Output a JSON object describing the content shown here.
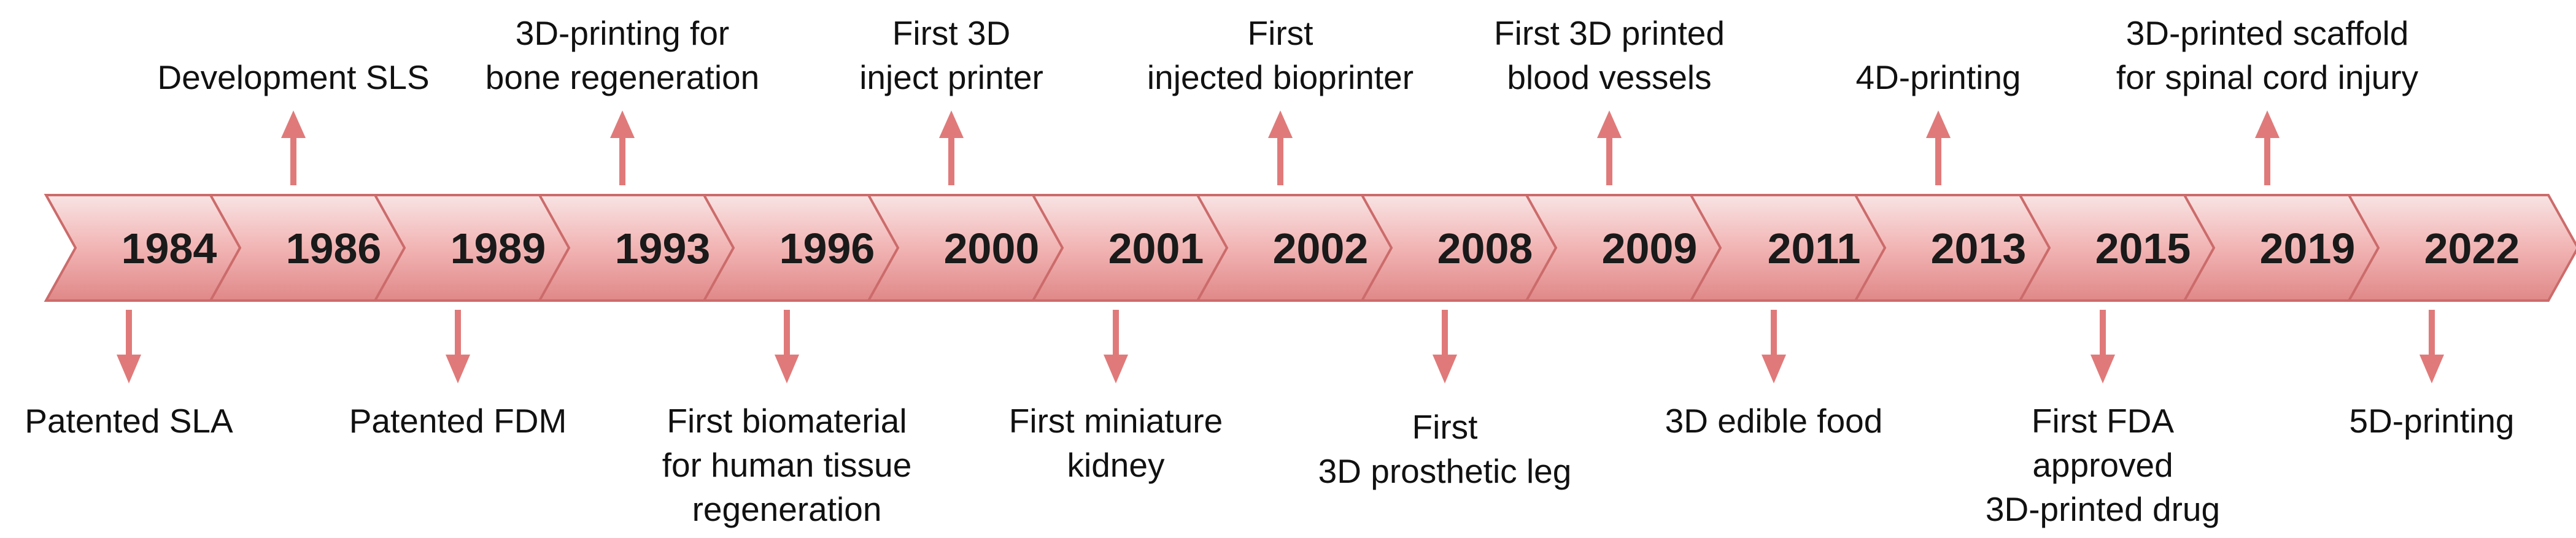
{
  "timeline": {
    "colors": {
      "chevron_fill_top": "#f6dede",
      "chevron_fill_mid": "#f3b3b3",
      "chevron_fill_bottom": "#e38b8b",
      "chevron_stroke": "#cc6b6b",
      "arrow": "#e07a7a"
    },
    "entries": [
      {
        "year": "1984",
        "side": "below",
        "lines": [
          "Patented SLA"
        ]
      },
      {
        "year": "1986",
        "side": "above",
        "lines": [
          "Development SLS"
        ]
      },
      {
        "year": "1989",
        "side": "below",
        "lines": [
          "Patented FDM"
        ]
      },
      {
        "year": "1993",
        "side": "above",
        "lines": [
          "3D-printing for",
          "bone regeneration"
        ]
      },
      {
        "year": "1996",
        "side": "below",
        "lines": [
          "First biomaterial",
          "for human tissue",
          "regeneration"
        ]
      },
      {
        "year": "2000",
        "side": "above",
        "lines": [
          "First 3D",
          "inject printer"
        ]
      },
      {
        "year": "2001",
        "side": "below",
        "lines": [
          "First miniature",
          "kidney"
        ]
      },
      {
        "year": "2002",
        "side": "above",
        "lines": [
          "First",
          "injected bioprinter"
        ]
      },
      {
        "year": "2008",
        "side": "below",
        "lines": [
          "First",
          "3D prosthetic leg"
        ]
      },
      {
        "year": "2009",
        "side": "above",
        "lines": [
          "First 3D printed",
          "blood vessels"
        ]
      },
      {
        "year": "2011",
        "side": "below",
        "lines": [
          "3D edible food"
        ]
      },
      {
        "year": "2013",
        "side": "above",
        "lines": [
          "4D-printing"
        ]
      },
      {
        "year": "2015",
        "side": "below",
        "lines": [
          "First FDA",
          "approved",
          "3D-printed drug"
        ]
      },
      {
        "year": "2019",
        "side": "above",
        "lines": [
          "3D-printed scaffold",
          "for spinal cord injury"
        ]
      },
      {
        "year": "2022",
        "side": "below",
        "lines": [
          "5D-printing"
        ]
      }
    ]
  }
}
